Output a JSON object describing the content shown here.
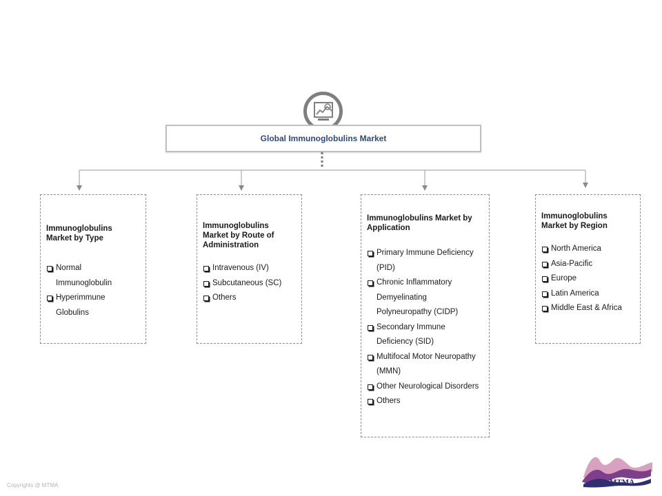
{
  "title": "Global Immunoglobulins Market",
  "segments": {
    "type": {
      "title": "Immunoglobulins Market by Type",
      "items": [
        "Normal Immunoglobulin",
        "Hyperimmune Globulins"
      ]
    },
    "route": {
      "title": "Immunoglobulins Market by Route of Administration",
      "items": [
        "Intravenous (IV)",
        "Subcutaneous (SC)",
        "Others"
      ]
    },
    "application": {
      "title": "Immunoglobulins Market by Application",
      "items": [
        "Primary Immune Deficiency (PID)",
        "Chronic Inflammatory Demyelinating Polyneuropathy (CIDP)",
        "Secondary Immune Deficiency (SID)",
        "Multifocal Motor Neuropathy (MMN)",
        "Other Neurological Disorders",
        "Others"
      ]
    },
    "region": {
      "title": "Immunoglobulins Market by Region",
      "items": [
        "North America",
        "Asia-Pacific",
        "Europe",
        "Latin America",
        "Middle East & Africa"
      ]
    }
  },
  "footer": {
    "copyright": "Copyrights @ MTMA"
  },
  "logo": {
    "text": "MTMA"
  },
  "icons": {
    "hub": "market-analysis-icon",
    "item_marker": "checkbox-icon"
  },
  "colors": {
    "title_text": "#2e4a7a",
    "connector": "#9a9a9a",
    "hub_ring": "#7f7f7f"
  }
}
